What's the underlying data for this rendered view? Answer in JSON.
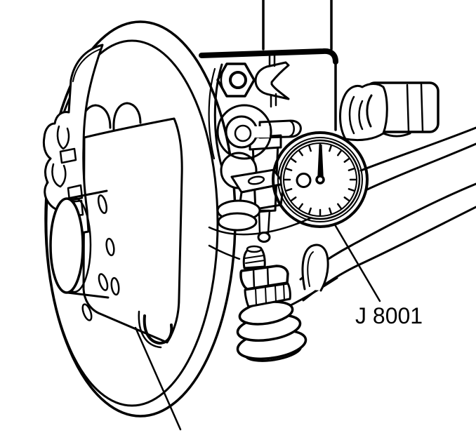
{
  "figure": {
    "background_color": "#ffffff",
    "ink_color": "#000000",
    "callouts": [
      {
        "label": "J 8001",
        "points_to": "dial-indicator"
      }
    ],
    "parts": [
      "brake-rotor",
      "rotor-vent-band",
      "hub-flange",
      "grease-cap",
      "wheel-stud-slots",
      "caliper-mounting-bracket",
      "strut-bracket",
      "strut-rods",
      "bracket-nut",
      "retaining-clip",
      "axle-bushing",
      "dial-indicator",
      "indicator-needle",
      "indicator-mount-clamp",
      "indicator-mount-rod",
      "indicator-plunger",
      "steering-knuckle-arm",
      "lower-control-arm",
      "tie-rod-end-stud",
      "tie-rod-nut",
      "ball-joint-boot"
    ]
  }
}
